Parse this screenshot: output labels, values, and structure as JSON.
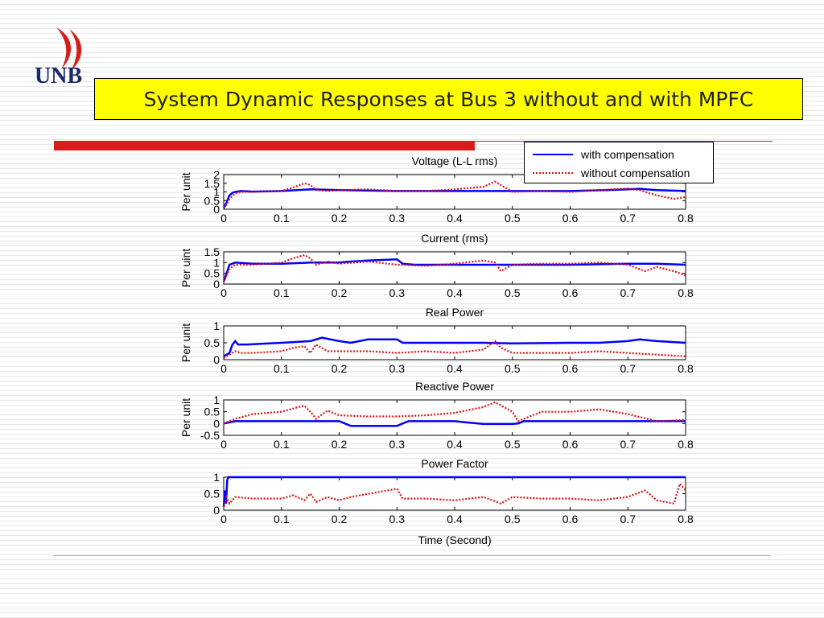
{
  "slide": {
    "logo_text": "UNB",
    "title": "System Dynamic Responses at Bus 3 without and with MPFC"
  },
  "colors": {
    "with": "#0000ff",
    "without": "#e01010",
    "title_bg": "#ffff00",
    "accent": "#d81c1c"
  },
  "legend": {
    "placement": "top-right",
    "items": [
      {
        "label": "with compensation",
        "style": "solid",
        "color": "#0000ff"
      },
      {
        "label": "without compensation",
        "style": "dotted",
        "color": "#e01010"
      }
    ]
  },
  "chart_data": [
    {
      "type": "line",
      "title": "Voltage (L-L rms)",
      "xlabel": "",
      "ylabel": "Per unit",
      "xlim": [
        0,
        0.8
      ],
      "ylim": [
        0,
        2
      ],
      "xticks": [
        "0",
        "0.1",
        "0.2",
        "0.3",
        "0.4",
        "0.5",
        "0.6",
        "0.7",
        "0.8"
      ],
      "yticks": [
        {
          "v": 0,
          "t": "0"
        },
        {
          "v": 0.5,
          "t": "0.5"
        },
        {
          "v": 1,
          "t": "1"
        },
        {
          "v": 1.5,
          "t": "1.5"
        },
        {
          "v": 2,
          "t": "2"
        }
      ],
      "series": [
        {
          "name": "with compensation",
          "style": "solid",
          "x": [
            0,
            0.005,
            0.01,
            0.015,
            0.02,
            0.03,
            0.05,
            0.1,
            0.15,
            0.2,
            0.3,
            0.4,
            0.5,
            0.6,
            0.68,
            0.7,
            0.72,
            0.75,
            0.8
          ],
          "y": [
            0.05,
            0.4,
            0.8,
            0.95,
            1.0,
            1.05,
            1.02,
            1.05,
            1.15,
            1.1,
            1.05,
            1.05,
            1.05,
            1.05,
            1.12,
            1.15,
            1.18,
            1.1,
            1.05
          ]
        },
        {
          "name": "without compensation",
          "style": "dotted",
          "x": [
            0,
            0.005,
            0.01,
            0.02,
            0.03,
            0.05,
            0.1,
            0.12,
            0.14,
            0.15,
            0.16,
            0.18,
            0.2,
            0.25,
            0.3,
            0.35,
            0.4,
            0.45,
            0.47,
            0.48,
            0.5,
            0.55,
            0.6,
            0.65,
            0.7,
            0.72,
            0.75,
            0.78,
            0.8
          ],
          "y": [
            0.05,
            0.3,
            0.6,
            0.9,
            1.0,
            1.0,
            1.05,
            1.25,
            1.5,
            1.4,
            1.1,
            1.05,
            1.1,
            1.15,
            1.05,
            1.05,
            1.15,
            1.3,
            1.6,
            1.4,
            1.0,
            1.05,
            1.0,
            1.1,
            1.2,
            1.1,
            0.8,
            0.6,
            0.7
          ]
        }
      ]
    },
    {
      "type": "line",
      "title": "Current (rms)",
      "xlabel": "",
      "ylabel": "Per uint",
      "xlim": [
        0,
        0.8
      ],
      "ylim": [
        0,
        1.5
      ],
      "xticks": [
        "0",
        "0.1",
        "0.2",
        "0.3",
        "0.4",
        "0.5",
        "0.6",
        "0.7",
        "0.8"
      ],
      "yticks": [
        {
          "v": 0,
          "t": "0"
        },
        {
          "v": 0.5,
          "t": "0.5"
        },
        {
          "v": 1,
          "t": "1"
        },
        {
          "v": 1.5,
          "t": "1.5"
        }
      ],
      "series": [
        {
          "name": "with compensation",
          "style": "solid",
          "x": [
            0,
            0.005,
            0.01,
            0.02,
            0.05,
            0.1,
            0.15,
            0.2,
            0.22,
            0.25,
            0.3,
            0.31,
            0.33,
            0.4,
            0.45,
            0.5,
            0.6,
            0.7,
            0.75,
            0.8
          ],
          "y": [
            0.1,
            0.5,
            0.9,
            1.0,
            0.95,
            0.95,
            1.0,
            1.0,
            1.05,
            1.1,
            1.15,
            0.95,
            0.9,
            0.9,
            0.9,
            0.9,
            0.9,
            0.95,
            0.95,
            0.9
          ]
        },
        {
          "name": "without compensation",
          "style": "dotted",
          "x": [
            0,
            0.005,
            0.01,
            0.02,
            0.05,
            0.1,
            0.12,
            0.14,
            0.15,
            0.16,
            0.18,
            0.2,
            0.25,
            0.3,
            0.35,
            0.4,
            0.45,
            0.47,
            0.48,
            0.5,
            0.55,
            0.6,
            0.65,
            0.7,
            0.73,
            0.75,
            0.78,
            0.8
          ],
          "y": [
            0.1,
            0.4,
            0.7,
            0.9,
            0.9,
            1.0,
            1.2,
            1.35,
            1.2,
            0.9,
            1.05,
            0.95,
            1.05,
            0.9,
            0.85,
            0.95,
            1.1,
            1.0,
            0.6,
            0.9,
            0.95,
            0.95,
            1.0,
            0.9,
            0.6,
            0.8,
            0.6,
            0.4
          ]
        }
      ]
    },
    {
      "type": "line",
      "title": "Real Power",
      "xlabel": "",
      "ylabel": "Per unit",
      "xlim": [
        0,
        0.8
      ],
      "ylim": [
        0,
        1
      ],
      "xticks": [
        "0",
        "0.1",
        "0.2",
        "0.3",
        "0.4",
        "0.5",
        "0.6",
        "0.7",
        "0.8"
      ],
      "yticks": [
        {
          "v": 0,
          "t": "0"
        },
        {
          "v": 0.5,
          "t": "0.5"
        },
        {
          "v": 1,
          "t": "1"
        }
      ],
      "series": [
        {
          "name": "with compensation",
          "style": "solid",
          "x": [
            0,
            0.01,
            0.015,
            0.02,
            0.025,
            0.04,
            0.1,
            0.15,
            0.17,
            0.2,
            0.22,
            0.25,
            0.3,
            0.31,
            0.35,
            0.4,
            0.45,
            0.5,
            0.6,
            0.65,
            0.7,
            0.72,
            0.75,
            0.8
          ],
          "y": [
            0.1,
            0.2,
            0.45,
            0.55,
            0.45,
            0.45,
            0.5,
            0.55,
            0.65,
            0.55,
            0.5,
            0.6,
            0.6,
            0.5,
            0.5,
            0.5,
            0.5,
            0.48,
            0.5,
            0.5,
            0.55,
            0.6,
            0.55,
            0.5
          ]
        },
        {
          "name": "without compensation",
          "style": "dotted",
          "x": [
            0,
            0.01,
            0.02,
            0.03,
            0.05,
            0.1,
            0.12,
            0.14,
            0.15,
            0.16,
            0.18,
            0.2,
            0.25,
            0.3,
            0.35,
            0.4,
            0.45,
            0.47,
            0.48,
            0.5,
            0.55,
            0.6,
            0.65,
            0.7,
            0.75,
            0.8
          ],
          "y": [
            0.05,
            0.15,
            0.25,
            0.2,
            0.2,
            0.25,
            0.35,
            0.4,
            0.2,
            0.45,
            0.25,
            0.25,
            0.25,
            0.2,
            0.25,
            0.2,
            0.3,
            0.55,
            0.35,
            0.2,
            0.2,
            0.2,
            0.25,
            0.2,
            0.15,
            0.1
          ]
        }
      ]
    },
    {
      "type": "line",
      "title": "Reactive Power",
      "xlabel": "",
      "ylabel": "Per unit",
      "xlim": [
        0,
        0.8
      ],
      "ylim": [
        -0.5,
        1
      ],
      "xticks": [
        "0",
        "0.1",
        "0.2",
        "0.3",
        "0.4",
        "0.5",
        "0.6",
        "0.7",
        "0.8"
      ],
      "yticks": [
        {
          "v": -0.5,
          "t": "-0.5"
        },
        {
          "v": 0,
          "t": "0"
        },
        {
          "v": 0.5,
          "t": "0.5"
        },
        {
          "v": 1,
          "t": "1"
        }
      ],
      "series": [
        {
          "name": "with compensation",
          "style": "solid",
          "x": [
            0,
            0.01,
            0.02,
            0.1,
            0.2,
            0.21,
            0.22,
            0.3,
            0.31,
            0.32,
            0.4,
            0.42,
            0.45,
            0.5,
            0.51,
            0.52,
            0.6,
            0.7,
            0.8
          ],
          "y": [
            0,
            0.05,
            0.1,
            0.1,
            0.1,
            0,
            -0.1,
            -0.1,
            0,
            0.1,
            0.1,
            0.05,
            -0.02,
            -0.02,
            0,
            0.1,
            0.1,
            0.1,
            0.1
          ]
        },
        {
          "name": "without compensation",
          "style": "dotted",
          "x": [
            0,
            0.02,
            0.05,
            0.1,
            0.13,
            0.14,
            0.15,
            0.16,
            0.18,
            0.2,
            0.25,
            0.3,
            0.35,
            0.4,
            0.45,
            0.47,
            0.5,
            0.51,
            0.55,
            0.6,
            0.65,
            0.7,
            0.75,
            0.8
          ],
          "y": [
            0,
            0.2,
            0.4,
            0.5,
            0.7,
            0.75,
            0.5,
            0.2,
            0.55,
            0.35,
            0.3,
            0.3,
            0.35,
            0.45,
            0.7,
            0.9,
            0.5,
            0.1,
            0.5,
            0.5,
            0.6,
            0.4,
            0.1,
            0.15
          ]
        }
      ]
    },
    {
      "type": "line",
      "title": "Power Factor",
      "xlabel": "Time (Second)",
      "ylabel": "",
      "xlim": [
        0,
        0.8
      ],
      "ylim": [
        0,
        1
      ],
      "xticks": [
        "0",
        "0.1",
        "0.2",
        "0.3",
        "0.4",
        "0.5",
        "0.6",
        "0.7",
        "0.8"
      ],
      "yticks": [
        {
          "v": 0,
          "t": "0"
        },
        {
          "v": 0.5,
          "t": "0.5"
        },
        {
          "v": 1,
          "t": "1"
        }
      ],
      "series": [
        {
          "name": "with compensation",
          "style": "solid",
          "x": [
            0,
            0.002,
            0.004,
            0.006,
            0.008,
            0.8
          ],
          "y": [
            0.1,
            0.6,
            0.2,
            0.9,
            1.0,
            1.0
          ]
        },
        {
          "name": "without compensation",
          "style": "dotted",
          "x": [
            0,
            0.005,
            0.01,
            0.02,
            0.05,
            0.1,
            0.12,
            0.14,
            0.15,
            0.16,
            0.18,
            0.2,
            0.22,
            0.3,
            0.31,
            0.35,
            0.4,
            0.45,
            0.48,
            0.5,
            0.55,
            0.6,
            0.65,
            0.7,
            0.73,
            0.75,
            0.78,
            0.79,
            0.8
          ],
          "y": [
            0.1,
            0.4,
            0.2,
            0.4,
            0.35,
            0.35,
            0.45,
            0.3,
            0.5,
            0.25,
            0.4,
            0.3,
            0.4,
            0.65,
            0.35,
            0.35,
            0.3,
            0.4,
            0.2,
            0.4,
            0.35,
            0.35,
            0.3,
            0.4,
            0.6,
            0.3,
            0.2,
            0.8,
            0.6
          ]
        }
      ]
    }
  ]
}
